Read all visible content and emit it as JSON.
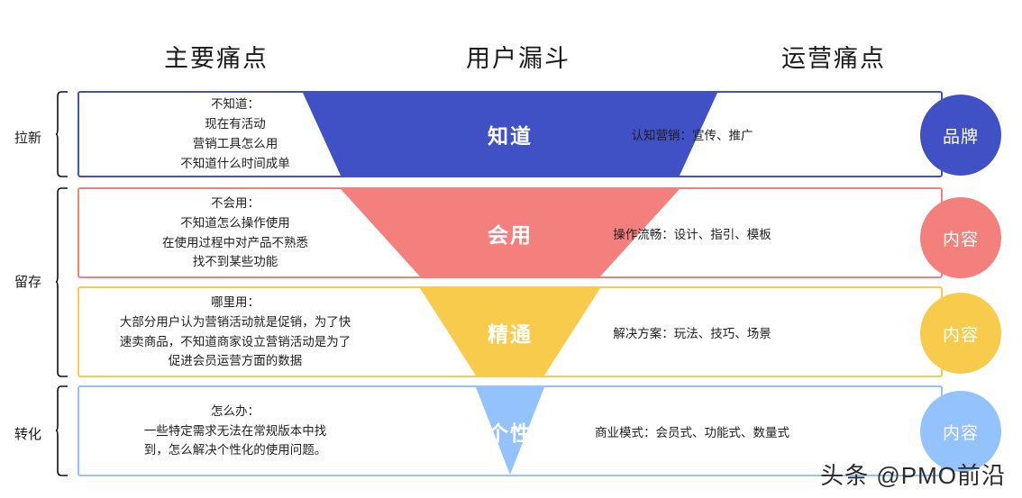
{
  "headers": {
    "pain": "主要痛点",
    "funnel": "用户漏斗",
    "ops": "运营痛点"
  },
  "stages": [
    {
      "label": "拉新"
    },
    {
      "label": "留存"
    },
    {
      "label": "转化"
    }
  ],
  "rows": [
    {
      "accent": "#3f51c5",
      "funnel_label": "知道",
      "pain_lines": [
        "不知道：",
        "现在有活动",
        "营销工具怎么用",
        "不知道什么时间成单"
      ],
      "ops_text": "认知营销：宣传、推广",
      "circle_label": "品牌"
    },
    {
      "accent": "#f4807e",
      "funnel_label": "会用",
      "pain_lines": [
        "不会用：",
        "不知道怎么操作使用",
        "在使用过程中对产品不熟悉",
        "找不到某些功能"
      ],
      "ops_text": "操作流畅：设计、指引、模板",
      "circle_label": "内容"
    },
    {
      "accent": "#f8cb4c",
      "funnel_label": "精通",
      "pain_lines": [
        "哪里用：",
        "大部分用户认为营销活动就是促销，为了快",
        "速卖商品，不知道商家设立营销活动是为了",
        "促进会员运营方面的数据"
      ],
      "ops_text": "解决方案：玩法、技巧、场景",
      "circle_label": "内容"
    },
    {
      "accent": "#93c2fd",
      "funnel_label": "个性",
      "pain_lines": [
        "怎么办：",
        "一些特定需求无法在常规版本中找",
        "到，怎么解决个性化的使用问题。"
      ],
      "ops_text": "商业模式：会员式、功能式、数量式",
      "circle_label": "内容"
    }
  ],
  "watermark": "头条 @PMO前沿"
}
